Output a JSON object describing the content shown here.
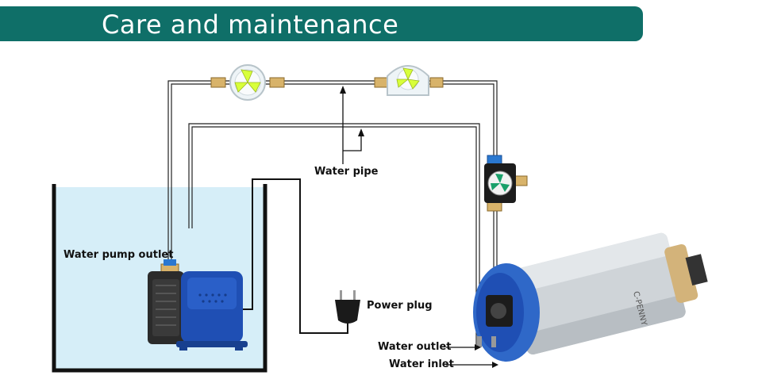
{
  "header": {
    "title": "Care and maintenance"
  },
  "labels": {
    "water_pipe": "Water pipe",
    "water_pump_outlet": "Water pump outlet",
    "power_plug": "Power plug",
    "water_outlet": "Water outlet",
    "water_inlet": "Water inlet"
  },
  "spindle_brand": "C-PENNY",
  "colors": {
    "banner": "#0f6f68",
    "tank_water": "#d6eef8",
    "pump_blue": "#1f4fb4",
    "spindle_cap_blue": "#2f68c8",
    "flow_indicator": "#d8ff3a"
  }
}
